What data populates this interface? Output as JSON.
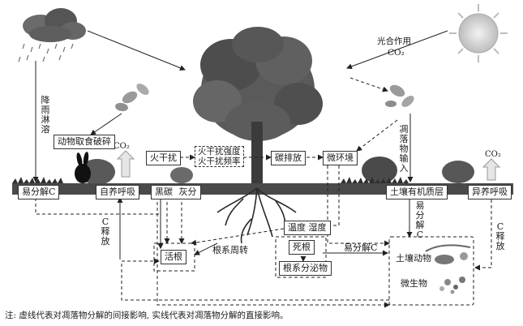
{
  "labels": {
    "rain": "降雨淋溶",
    "photo1": "光合作用",
    "photo2": "CO₂",
    "co2_left": "CO₂",
    "co2_right": "CO₂",
    "animal_feeding": "动物取食破碎",
    "fire": "火干扰",
    "fire_intensity": "火干扰强度",
    "fire_frequency": "火干扰频率",
    "carbon_emission": "碳排放",
    "micro_env": "微环境",
    "litter_input": "凋落物输入",
    "easy_decomp_left": "易分解C",
    "auto_resp": "自养呼吸",
    "black_carbon": "黑碳",
    "ash": "灰分",
    "soil_organic": "土壤有机质层",
    "hetero_resp": "异养呼吸",
    "c_release_left": "C释放",
    "c_release_right": "C释放",
    "temp_humid": "温度 湿度",
    "dead_root": "死根",
    "live_root": "活根",
    "root_turnover": "根系周转",
    "root_exudate": "根系分泌物",
    "easy_decomp_mid": "易分解C",
    "soil_easy_decomp": "易分解C",
    "soil_animal": "土壤动物",
    "microbe": "微生物",
    "note": "注: 虚线代表对凋落物分解的间接影响, 实线代表对凋落物分解的直接影响。"
  },
  "colors": {
    "soil": "#4a4a4a",
    "grass": "#2f2f2f",
    "canopy": "#555555",
    "sun": "#d9d9d9"
  }
}
